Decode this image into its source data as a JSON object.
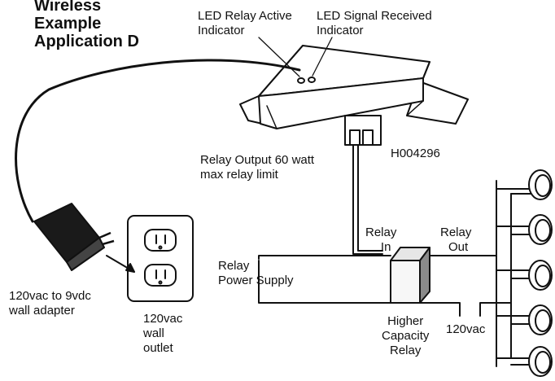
{
  "title": {
    "line1": "Wireless",
    "line2": "Example",
    "line3": "Application D"
  },
  "labels": {
    "led_active_l1": "LED Relay Active",
    "led_active_l2": "Indicator",
    "led_signal_l1": "LED Signal Received",
    "led_signal_l2": "Indicator",
    "relay_output_l1": "Relay Output 60 watt",
    "relay_output_l2": "max relay limit",
    "part_number": "H004296",
    "relay_in_l1": "Relay",
    "relay_in_l2": "In",
    "relay_out_l1": "Relay",
    "relay_out_l2": "Out",
    "relay_ps_l1": "Relay",
    "relay_ps_l2": "Power Supply",
    "adapter_l1": "120vac to 9vdc",
    "adapter_l2": "wall adapter",
    "outlet_l1": "120vac",
    "outlet_l2": "wall",
    "outlet_l3": "outlet",
    "higher_l1": "Higher",
    "higher_l2": "Capacity",
    "higher_l3": "Relay",
    "vac_label": "120vac"
  },
  "colors": {
    "line": "#111111",
    "relay_face": "#f2f2f2",
    "relay_side": "#8a8a8a",
    "adapter": "#1a1a1a"
  }
}
